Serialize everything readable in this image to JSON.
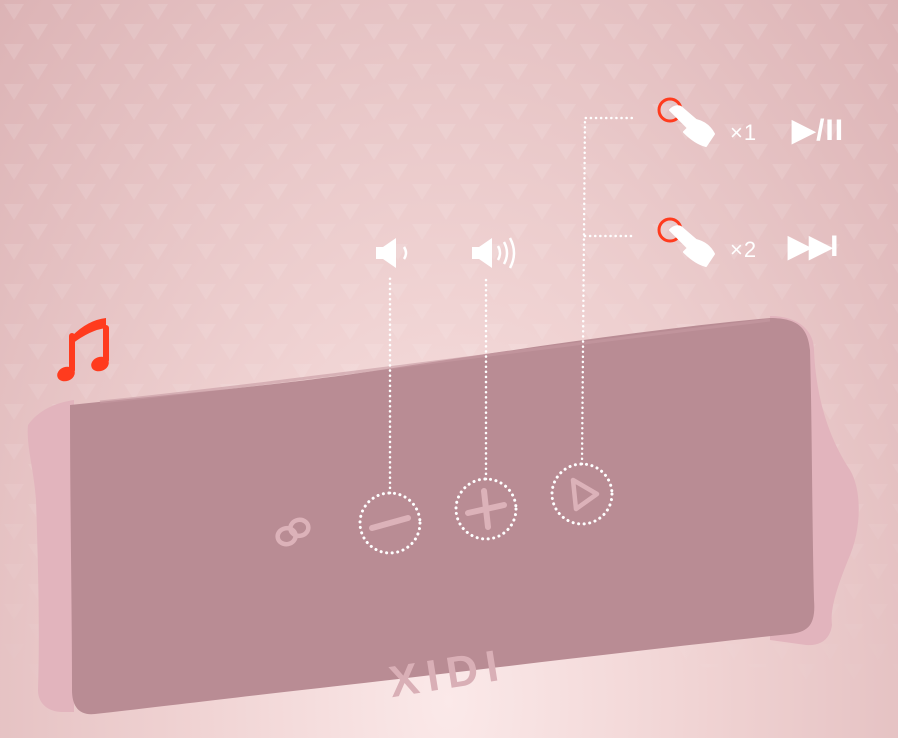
{
  "controls": {
    "single_press": {
      "count_label": "×1",
      "action_label": "▶/II",
      "meaning": "play-pause"
    },
    "double_press": {
      "count_label": "×2",
      "action_label": "▶▶I",
      "meaning": "next-track"
    }
  },
  "buttons": [
    "link",
    "volume-down",
    "volume-up",
    "play"
  ],
  "brand_mark": "XIDI",
  "colors": {
    "speaker_body": "#b98c94",
    "speaker_caps": "#e2b4bd",
    "accent": "#ff3b1e",
    "line": "#ffffff",
    "background": "#eccbcc"
  },
  "icons": [
    "music-note-icon",
    "speaker-low-icon",
    "speaker-high-icon",
    "tap-hand-icon",
    "link-icon",
    "minus-icon",
    "plus-icon",
    "play-icon"
  ]
}
